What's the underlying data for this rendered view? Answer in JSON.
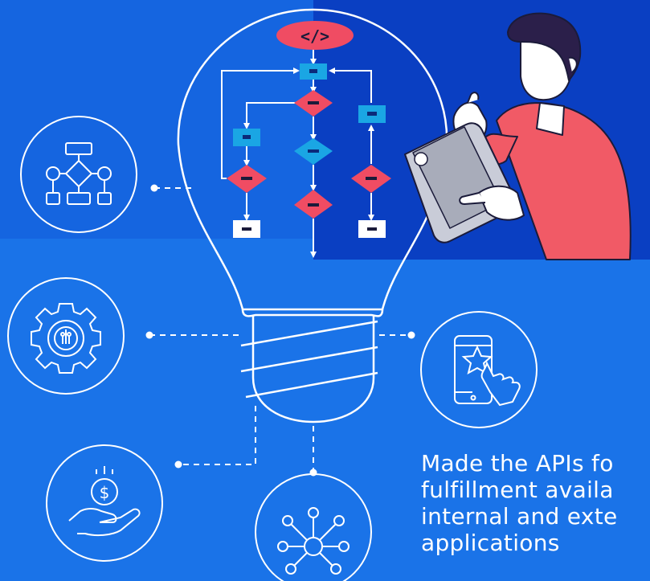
{
  "code_badge": {
    "label": "</>"
  },
  "caption": {
    "lines": [
      "Made the APIs fo",
      "fulfillment availa",
      "internal and exte",
      "applications"
    ]
  },
  "icons": [
    "workflow-diagram-icon",
    "gear-circuit-icon",
    "hand-coin-icon",
    "network-hub-icon",
    "mobile-star-tap-icon"
  ],
  "colors": {
    "background": "#1a73e8",
    "top_left_panel": "#1565e0",
    "top_right_panel": "#0a3fc2",
    "badge_red": "#f04c63",
    "flow_cyan": "#1aa6e4",
    "person_shirt": "#f15a66",
    "person_hair": "#2b1f4a",
    "line_white": "#ffffff"
  }
}
